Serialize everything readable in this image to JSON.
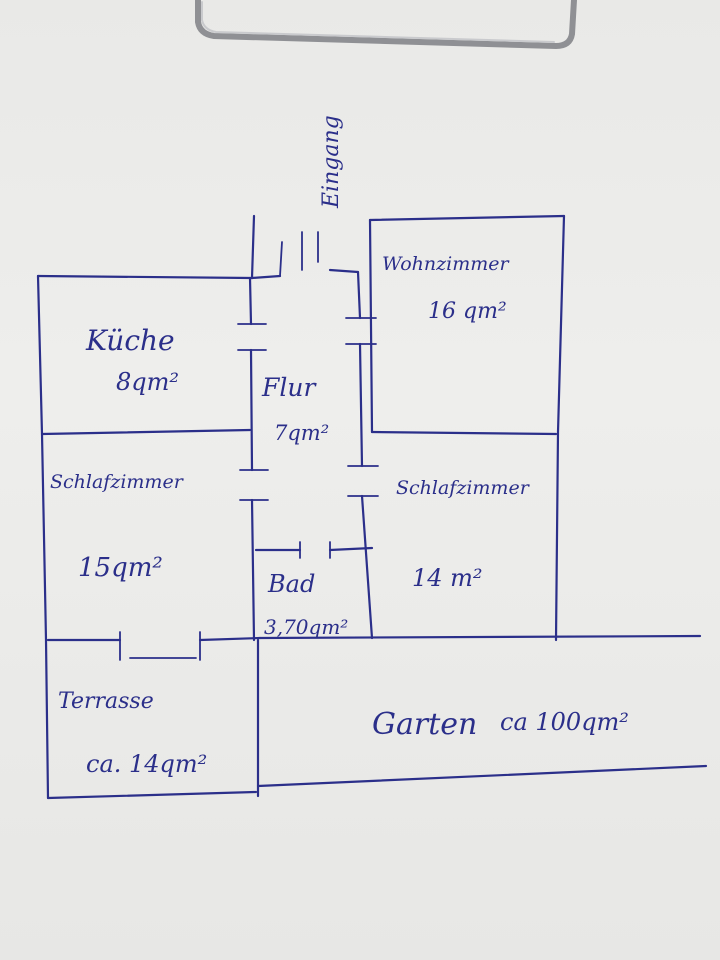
{
  "floorplan": {
    "rooms": {
      "kueche": {
        "name": "Küche",
        "area": "8qm²"
      },
      "flur": {
        "name": "Flur",
        "area": "7qm²"
      },
      "wohnzimmer": {
        "name": "Wohnzimmer",
        "area": "16 qm²"
      },
      "schlafzimmer_left": {
        "name": "Schlafzimmer",
        "area": "15qm²"
      },
      "schlafzimmer_right": {
        "name": "Schlafzimmer",
        "area": "14 m²"
      },
      "bad": {
        "name": "Bad",
        "area": "3,70qm²"
      },
      "terrasse": {
        "name": "Terrasse",
        "area": "ca. 14qm²"
      },
      "garten": {
        "name": "Garten",
        "area": "ca 100qm²"
      }
    },
    "entrance": {
      "label": "Eingang"
    }
  },
  "colors": {
    "ink": "#2b2f8a",
    "paper": "#eeeeec"
  }
}
